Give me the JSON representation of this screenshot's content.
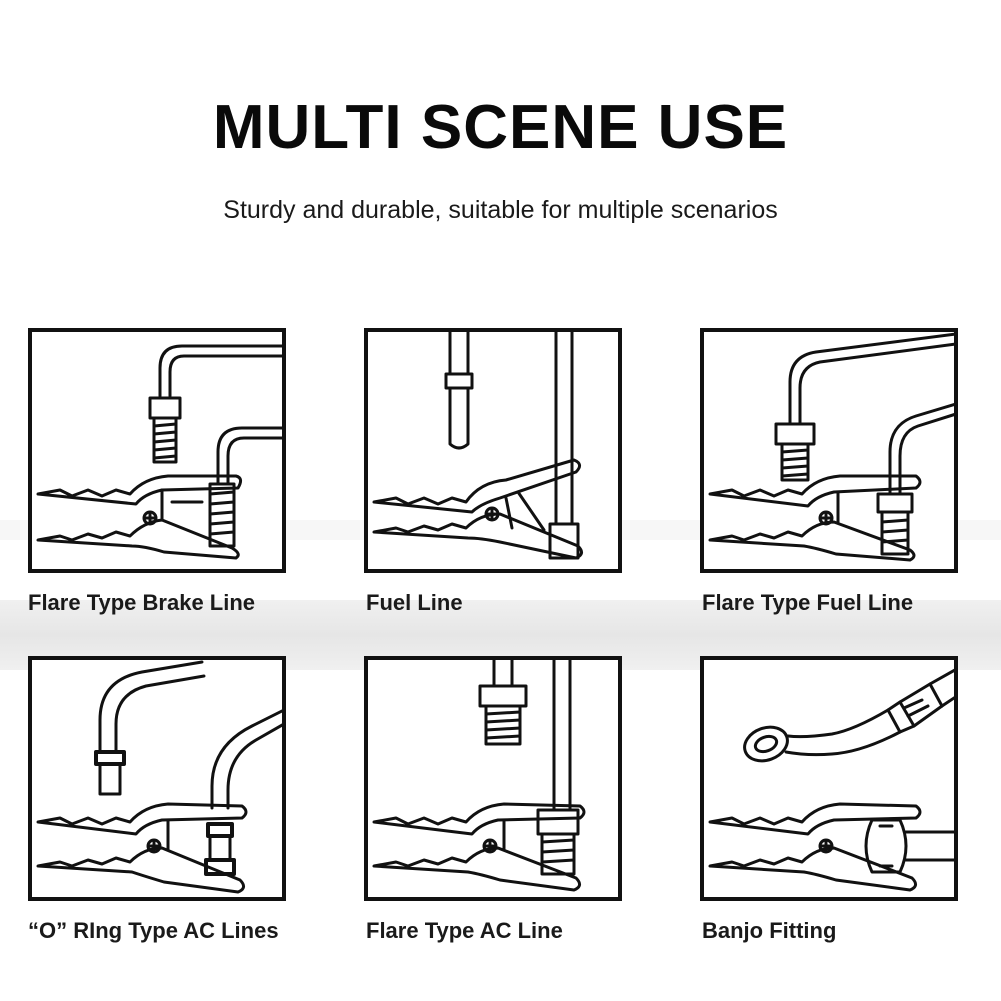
{
  "header": {
    "title": "MULTI SCENE USE",
    "subtitle": "Sturdy and durable, suitable for multiple scenarios"
  },
  "panels": [
    {
      "caption": "Flare Type Brake Line",
      "illustration": "flare-brake-line-clamp-icon"
    },
    {
      "caption": "Fuel Line",
      "illustration": "fuel-line-clamp-icon"
    },
    {
      "caption": "Flare Type Fuel Line",
      "illustration": "flare-fuel-line-clamp-icon"
    },
    {
      "caption": "“O” RIng Type AC Lines",
      "illustration": "o-ring-ac-line-clamp-icon"
    },
    {
      "caption": "Flare Type AC Line",
      "illustration": "flare-ac-line-clamp-icon"
    },
    {
      "caption": "Banjo Fitting",
      "illustration": "banjo-fitting-clamp-icon"
    }
  ],
  "colors": {
    "ink": "#111111",
    "band": "#e8e8e8",
    "background": "#ffffff"
  }
}
